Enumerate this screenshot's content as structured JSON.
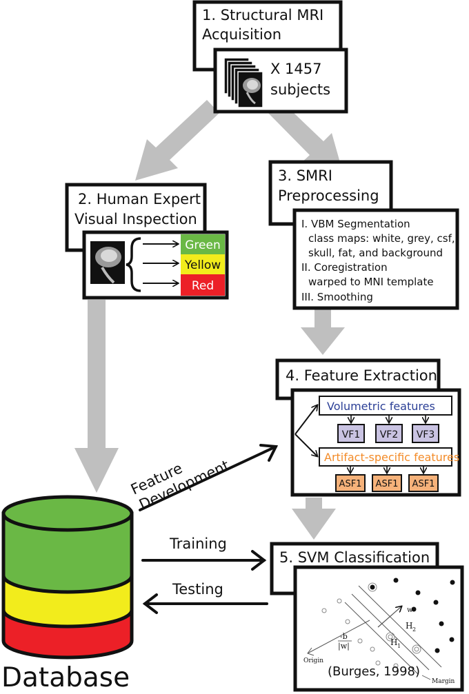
{
  "steps": {
    "s1": {
      "title_l1": "1. Structural MRI",
      "title_l2": "Acquisition",
      "inner_l1": "X 1457",
      "inner_l2": "subjects"
    },
    "s2": {
      "title_l1": "2. Human Expert",
      "title_l2": "Visual Inspection",
      "labels": [
        "Green",
        "Yellow",
        "Red"
      ]
    },
    "s3": {
      "title_l1": "3. SMRI",
      "title_l2": "Preprocessing",
      "lines": [
        "I. VBM Segmentation",
        "class maps: white, grey, csf,",
        "skull, fat, and background",
        "II. Coregistration",
        "warped to MNI template",
        "III. Smoothing"
      ]
    },
    "s4": {
      "title": "4. Feature Extraction",
      "volumetric_label": "Volumetric features",
      "vf": [
        "VF1",
        "VF2",
        "VF3"
      ],
      "artifact_label": "Artifact-specific features",
      "asf": [
        "ASF1",
        "ASF1",
        "ASF1"
      ]
    },
    "s5": {
      "title": "5. SVM Classification",
      "citation": "(Burges, 1998)",
      "svm_labels": {
        "w": "w",
        "h2": "H",
        "h2_sub": "2",
        "h1": "H",
        "h1_sub": "1",
        "b_num": "-b",
        "b_den": "|w|",
        "origin": "Origin",
        "margin": "Margin"
      }
    }
  },
  "arrows": {
    "feature_l1": "Feature",
    "feature_l2": "Development",
    "training": "Training",
    "testing": "Testing"
  },
  "database": {
    "label": "Database"
  },
  "colors": {
    "green": "#6ab845",
    "yellow": "#f2ec1c",
    "red": "#ec2027",
    "gray_arrow": "#bfbfbf",
    "blue_text": "#2b3f96",
    "orange_text": "#f38b28",
    "vf_fill": "#c9c3e2",
    "asf_fill": "#f6b27a"
  }
}
